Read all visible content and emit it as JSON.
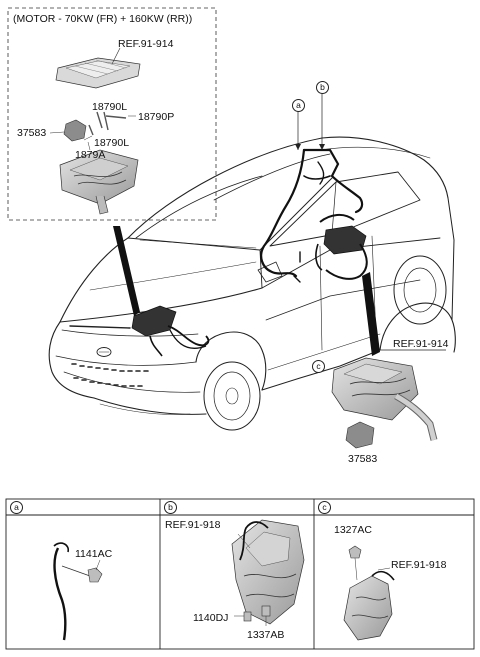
{
  "top_caption": "(MOTOR - 70KW (FR) + 160KW (RR))",
  "inset_labels": {
    "ref_top": "REF.91-914",
    "p18790l_a": "18790L",
    "p18790p": "18790P",
    "p37583_a": "37583",
    "p18790l_b": "18790L",
    "p1879a": "1879A"
  },
  "callouts": {
    "a": "a",
    "b": "b",
    "c": "c"
  },
  "c_detail": {
    "ref": "REF.91-914",
    "part": "37583"
  },
  "panels": [
    {
      "letter": "a",
      "parts": [
        "1141AC"
      ]
    },
    {
      "letter": "b",
      "parts": [
        "REF.91-918",
        "1140DJ",
        "1337AB"
      ]
    },
    {
      "letter": "c",
      "parts": [
        "1327AC",
        "REF.91-918"
      ]
    }
  ]
}
